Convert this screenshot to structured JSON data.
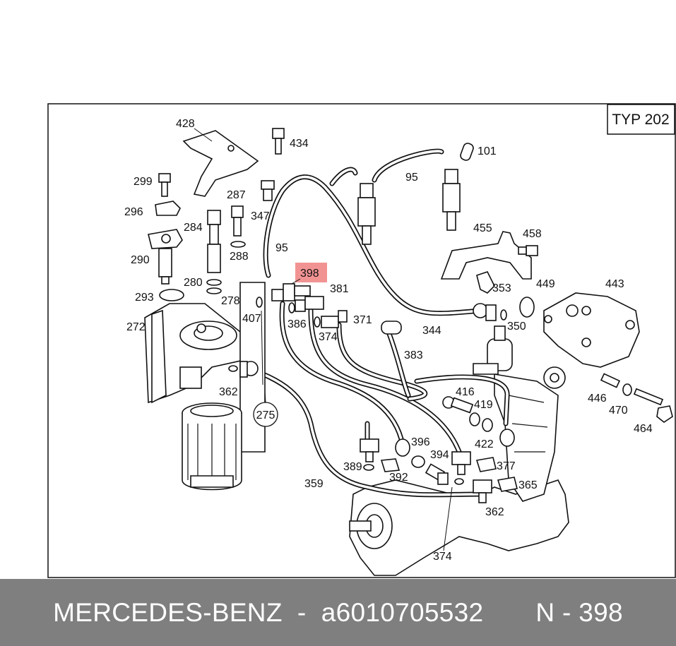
{
  "diagram": {
    "type_label": "TYP 202",
    "highlight_color": "#f08080",
    "highlighted_part": "398",
    "callouts": {
      "c428": "428",
      "c434": "434",
      "c299": "299",
      "c287": "287",
      "c296": "296",
      "c347": "347",
      "c284": "284",
      "c288": "288",
      "c290": "290",
      "c95a": "95",
      "c95b": "95",
      "c101": "101",
      "c455": "455",
      "c458": "458",
      "c398": "398",
      "c381": "381",
      "c280": "280",
      "c278": "278",
      "c293": "293",
      "c407": "407",
      "c272": "272",
      "c386": "386",
      "c371": "371",
      "c374a": "374",
      "c353": "353",
      "c449": "449",
      "c443": "443",
      "c344": "344",
      "c350": "350",
      "c383": "383",
      "c362a": "362",
      "c275": "275",
      "c416": "416",
      "c419": "419",
      "c446": "446",
      "c470": "470",
      "c464": "464",
      "c422": "422",
      "c396": "396",
      "c394": "394",
      "c377": "377",
      "c389": "389",
      "c392": "392",
      "c359": "359",
      "c365": "365",
      "c362b": "362",
      "c374b": "374"
    }
  },
  "footer": {
    "brand": "MERCEDES-BENZ",
    "separator": "-",
    "part_number": "a6010705532",
    "position_label": "N - 398"
  }
}
